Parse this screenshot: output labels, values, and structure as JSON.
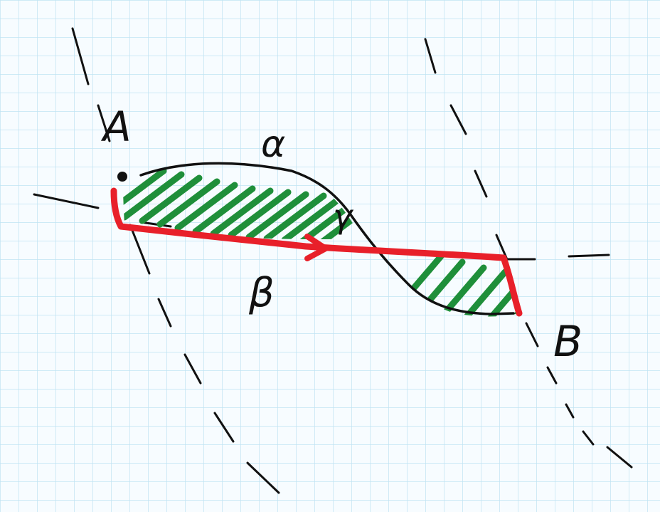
{
  "labels": {
    "point_a": "A",
    "point_b": "B",
    "curve_alpha": "α",
    "curve_beta": "β",
    "intersection_gamma": "γ"
  },
  "colors": {
    "grid_line": "#bfe3f3",
    "grid_background": "#f7fcff",
    "ink": "#111111",
    "path_red": "#e8202a",
    "hatch_green": "#1f8f3a"
  }
}
